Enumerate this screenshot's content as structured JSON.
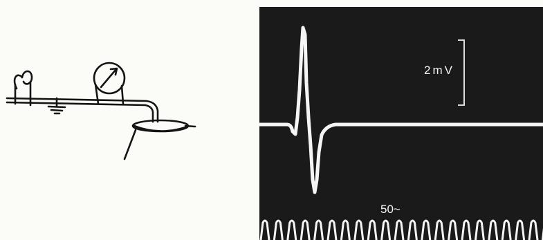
{
  "figure": {
    "left_panel": {
      "content": "schematic"
    },
    "right_panel": {
      "scale_bar_label": "2mV",
      "timebase_label": "50~",
      "background_color": "#1a1a1a",
      "trace_color": "#f5f5f5"
    }
  }
}
